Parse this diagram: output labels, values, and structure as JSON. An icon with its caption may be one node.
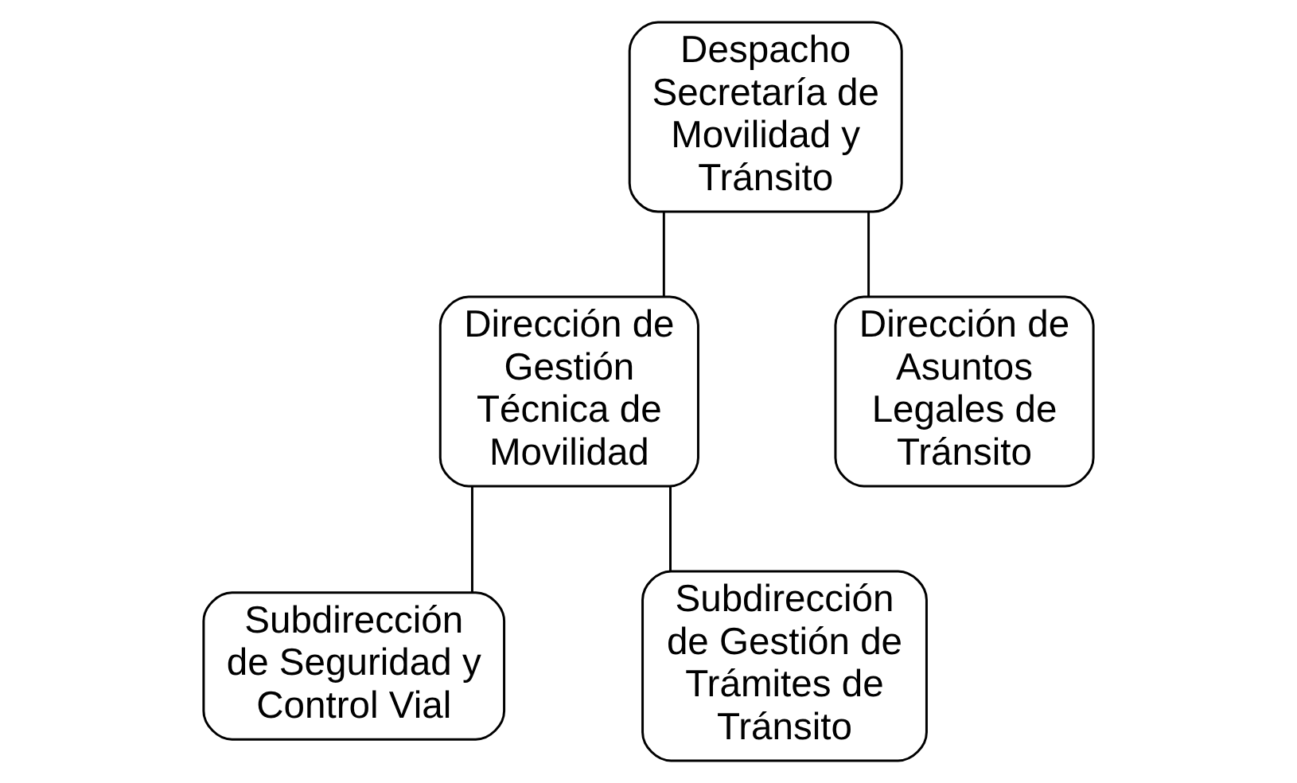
{
  "diagram": {
    "nodes": [
      {
        "text": [
          "Despacho",
          "Secretaría de Movilidad y Tránsito"
        ]
      },
      {
        "text": [
          "Dirección de Gestión Técnica de Movilidad"
        ]
      },
      {
        "text": [
          "Dirección de Asuntos Legales de Tránsito"
        ]
      },
      {
        "text": [
          "Subdirección de Seguridad y Control Vial"
        ]
      },
      {
        "text": [
          "Subdirección de Gestión de Trámites de Tránsito"
        ]
      }
    ],
    "edges": [
      {
        "from": 0,
        "to": 1,
        "arrow": "none"
      },
      {
        "from": 0,
        "to": 2,
        "arrow": "none"
      },
      {
        "from": 1,
        "to": 3,
        "arrow": "none"
      },
      {
        "from": 1,
        "to": 4,
        "arrow": "none"
      }
    ]
  }
}
